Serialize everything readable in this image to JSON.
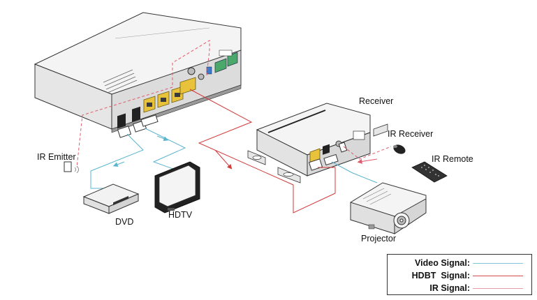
{
  "labels": {
    "receiver": "Receiver",
    "ir_receiver": "IR Receiver",
    "ir_remote": "IR Remote",
    "ir_emitter": "IR Emitter",
    "dvd": "DVD",
    "hdtv": "HDTV",
    "projector": "Projector"
  },
  "legend": [
    {
      "label": "Video Signal:",
      "color": "#7fc6d8"
    },
    {
      "label": "HDBT  Signal:",
      "color": "#d44a4a"
    },
    {
      "label": "IR Signal:",
      "color": "#e59aa5"
    }
  ],
  "colors": {
    "video": "#5ab4cf",
    "hdbt": "#d23a3a",
    "ir": "#e05a6a",
    "device_top": "#f3f3f3",
    "device_front": "#d9d9d9",
    "port_yellow": "#e8c23a"
  }
}
